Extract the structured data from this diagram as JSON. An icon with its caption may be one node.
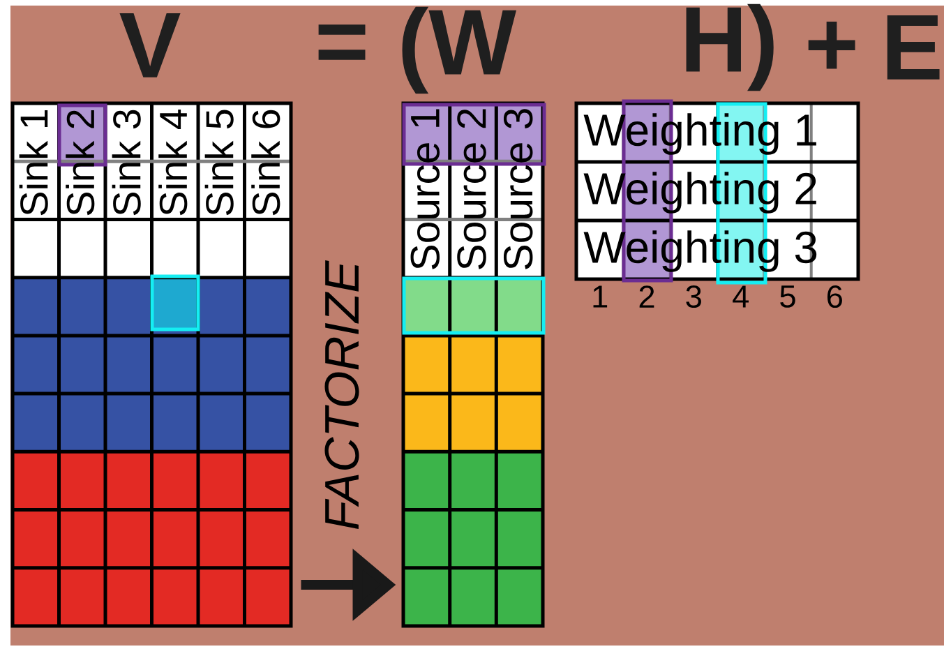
{
  "diagram": {
    "nodes": [
      {
        "text": [],
        "shape": "box"
      },
      {
        "text": [
          "Sink 1"
        ],
        "in": 0
      },
      {
        "text": [
          "Sink 2"
        ],
        "in": 0
      },
      {
        "text": [
          "Sink 3"
        ],
        "in": 0
      },
      {
        "text": [
          "Sink 4"
        ],
        "in": 0
      },
      {
        "text": [
          "Sink 5"
        ],
        "in": 0
      },
      {
        "text": [
          "Sink 6"
        ],
        "in": 0
      },
      {
        "text": [],
        "shape": "box"
      },
      {
        "text": [
          "Source 1"
        ],
        "in": 7
      },
      {
        "text": [
          "Source 2"
        ],
        "in": 7
      },
      {
        "text": [
          "Source 3"
        ],
        "in": 7
      },
      {
        "text": [],
        "shape": "box"
      },
      {
        "text": [
          "Weighting 1"
        ],
        "in": 11
      },
      {
        "text": [
          "Weighting 2"
        ],
        "in": 11
      },
      {
        "text": [
          "Weighting 3"
        ],
        "in": 11
      }
    ],
    "edges": [
      {
        "from": 0,
        "to": 7,
        "arrow": "to",
        "label": "FACTORIZE"
      }
    ],
    "labels": [
      "V",
      "=",
      "(W",
      "H)",
      "+",
      "E",
      "1",
      "2",
      "3",
      "4",
      "5",
      "6"
    ]
  }
}
